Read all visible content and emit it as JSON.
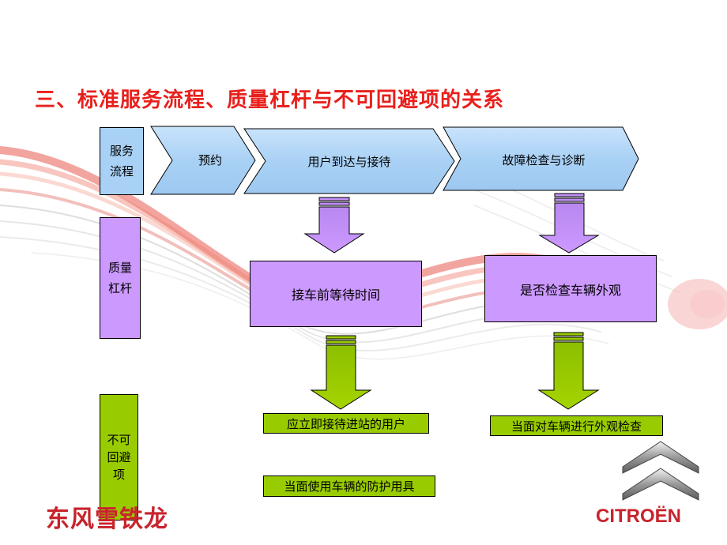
{
  "title": "三、标准服务流程、质量杠杆与不可回避项的关系",
  "rows": {
    "process": [
      "服务",
      "流程"
    ],
    "leverage": [
      "质量",
      "杠杆"
    ],
    "unavoidable": [
      "不可",
      "回避",
      "项"
    ]
  },
  "process_steps": [
    "预约",
    "用户到达与接待",
    "故障检查与诊断"
  ],
  "leverage_boxes": [
    "接车前等待时间",
    "是否检查车辆外观"
  ],
  "unavoidable_items": [
    "应立即接待进站的用户",
    "当面使用车辆的防护用具",
    "当面对车辆进行外观检查"
  ],
  "logos": {
    "dongfeng": "东风雪铁龙",
    "citroen": "CITROËN"
  },
  "colors": {
    "title": "#e8201c",
    "blue": "#a9d1f5",
    "purple": "#cc99ff",
    "green": "#99cc00",
    "brand_red": "#c8232c"
  }
}
